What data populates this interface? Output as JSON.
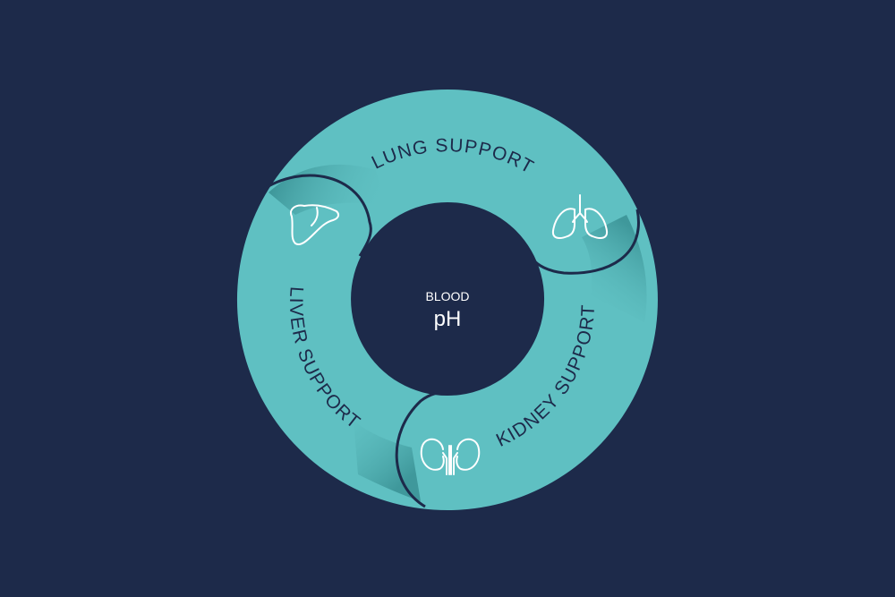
{
  "colors": {
    "background": "#1d2a4a",
    "ring": "#5fc0c2",
    "ring_shadow": "#3f989b",
    "text": "#1d2a4a",
    "center_text": "#ffffff"
  },
  "center": {
    "line1": "BLOOD",
    "line2": "pH"
  },
  "segments": [
    {
      "id": "lung",
      "label": "LUNG SUPPORT",
      "icon": "lungs-icon"
    },
    {
      "id": "kidney",
      "label": "KIDNEY SUPPORT",
      "icon": "kidneys-icon"
    },
    {
      "id": "liver",
      "label": "LIVER SUPPORT",
      "icon": "liver-icon"
    }
  ]
}
